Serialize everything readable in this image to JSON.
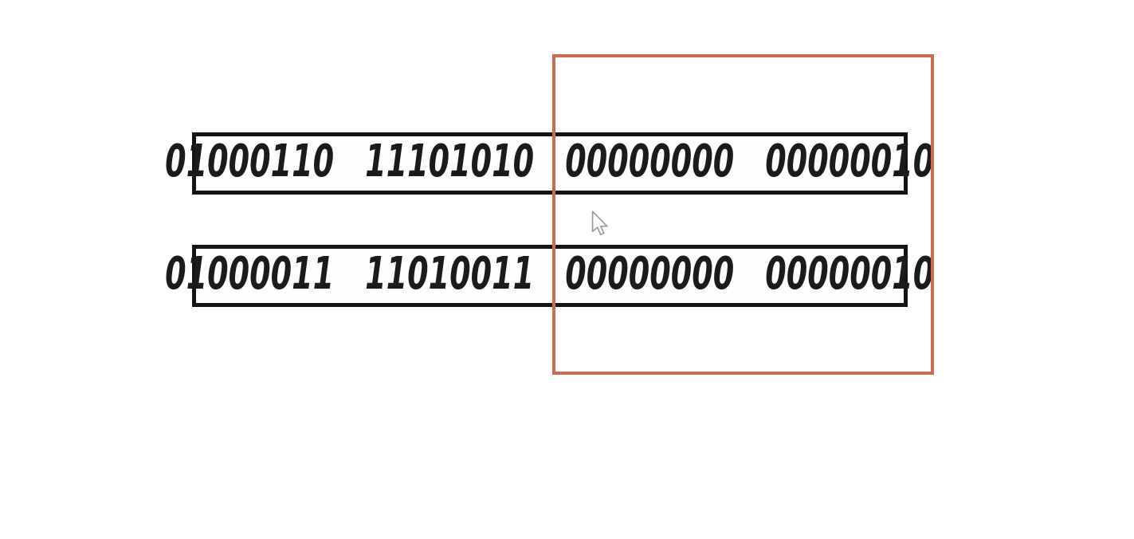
{
  "canvas": {
    "background_color": "#ffffff"
  },
  "binary_rows": [
    {
      "octets": [
        "01000110",
        "11101010",
        "00000000",
        "00000010"
      ],
      "full_value": "01000110 11101010 00000000 00000010"
    },
    {
      "octets": [
        "01000011",
        "11010011",
        "00000000",
        "00000010"
      ],
      "full_value": "01000011 11010011 00000000 00000010"
    }
  ],
  "highlight": {
    "color": "#cd6a52",
    "covers": "last two octets of both rows"
  },
  "cursor": {
    "icon": "arrow-pointer-icon"
  },
  "ink": {
    "stroke_color": "#141414",
    "text_color": "#1b1b1b"
  }
}
